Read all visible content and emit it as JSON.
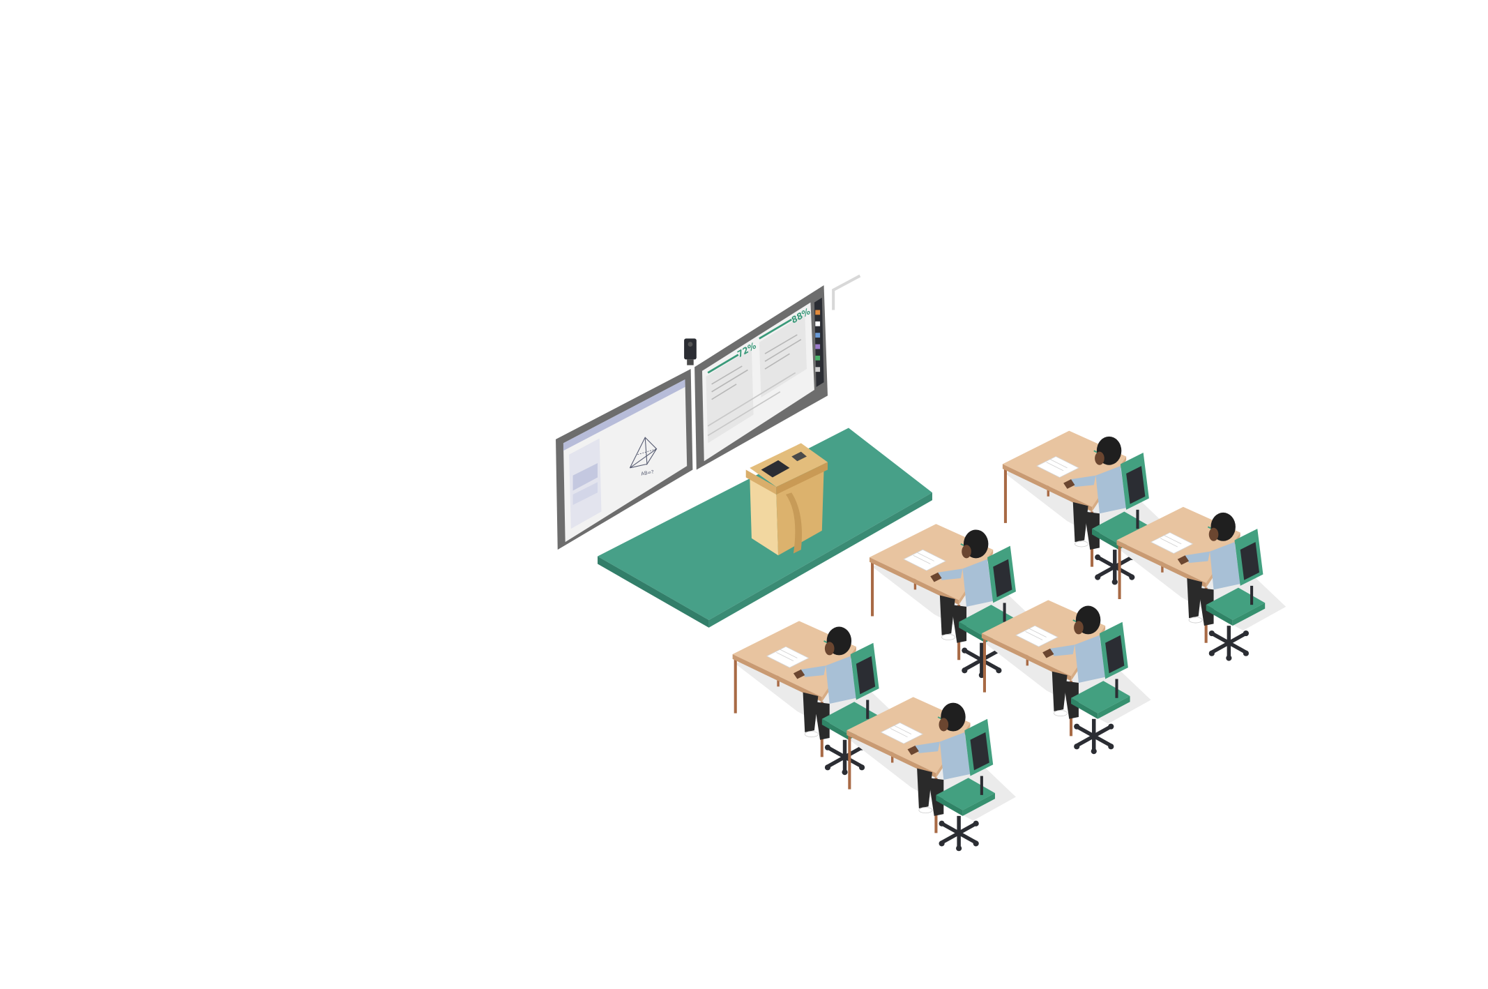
{
  "illustration": {
    "subject": "isometric-classroom",
    "student_count": 6
  },
  "screens": {
    "left": {
      "caption": "AB=?"
    },
    "right": {
      "left_panel_percent": "72%",
      "right_panel_percent": "88%"
    }
  },
  "colors": {
    "stage_top": "#47a088",
    "stage_side": "#327e69",
    "podium_front": "#f2d7a0",
    "podium_side": "#dcb26d",
    "desk_top": "#e8c4a0",
    "desk_leg": "#a86a45",
    "chair_green": "#43a080",
    "chair_back_dark": "#2b2d33",
    "shirt": "#a8c0d6",
    "hair": "#1f1f1f",
    "skin": "#6b4630",
    "pants": "#2a2a2a",
    "monitor_frame": "#6d6d6d",
    "screen_bg": "#f2f2f2",
    "accent_green": "#3a9a7a",
    "marker_orange": "#e28a3c",
    "marker_blue": "#6b9bd6",
    "marker_purple": "#9b7bc9",
    "marker_green": "#4caf6a"
  }
}
